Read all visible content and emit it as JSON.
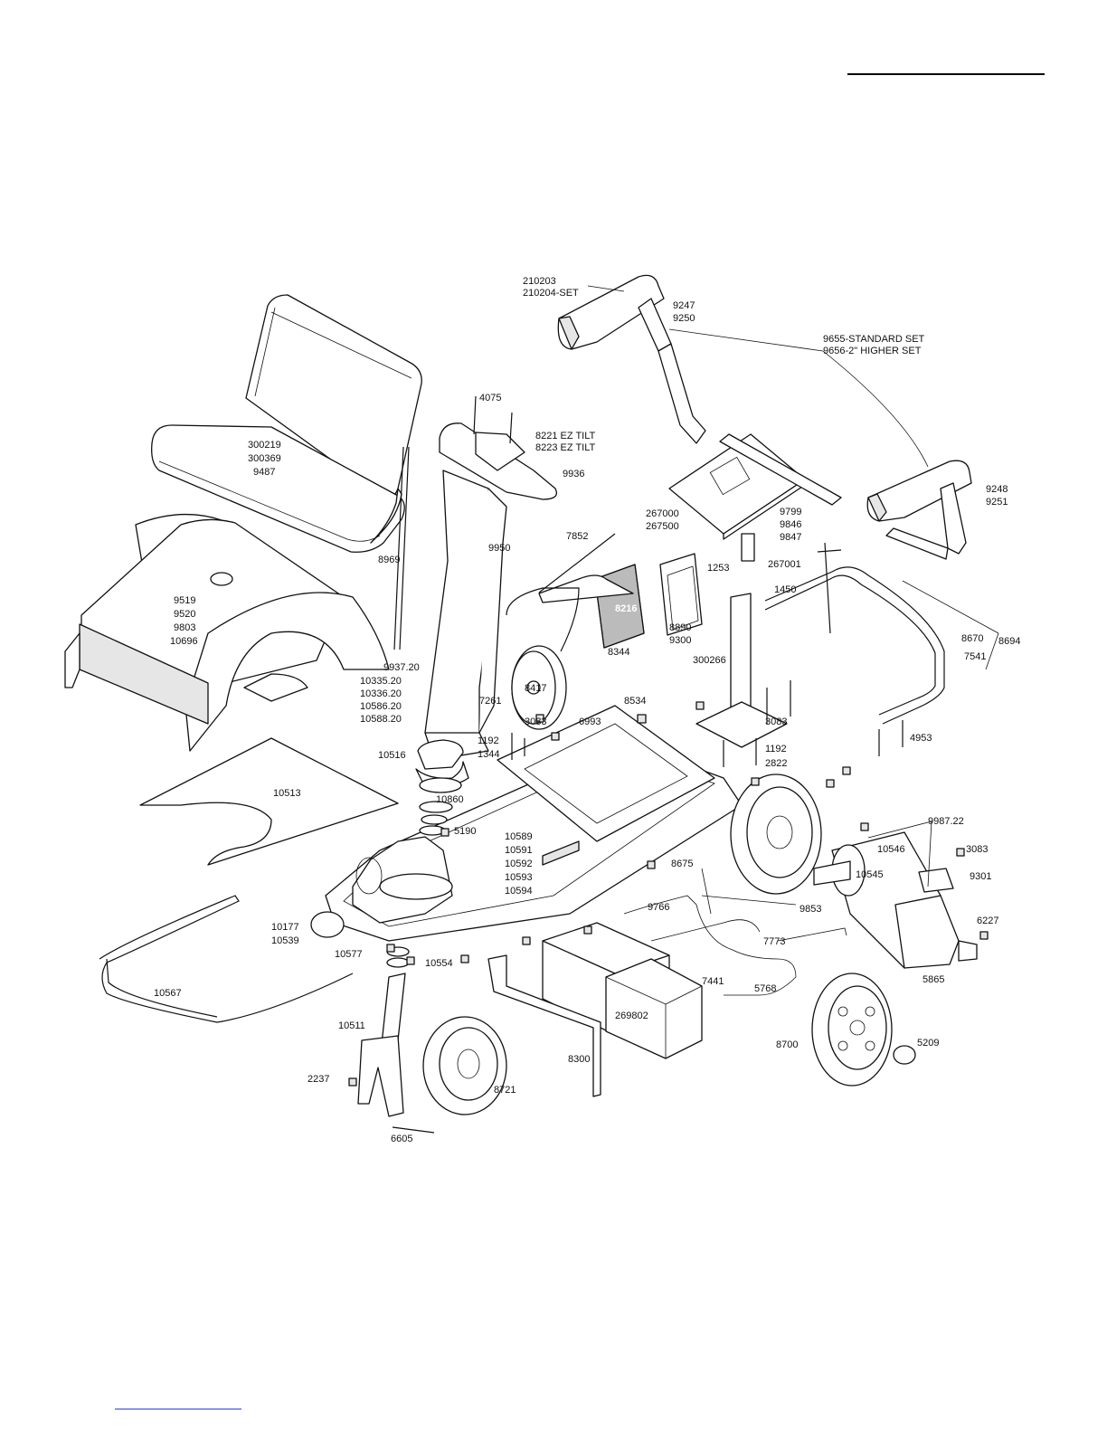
{
  "page": {
    "border_color": "#111111",
    "link_rule_color": "#2a3fd0"
  },
  "labels": {
    "armrest_left_a": "210203",
    "armrest_left_b": "210204-SET",
    "arm_left_a": "9247",
    "arm_left_b": "9250",
    "armset_standard": "9655-STANDARD SET",
    "armset_higher": "9656-2\" HIGHER SET",
    "armrest_right_a": "9248",
    "armrest_right_b": "9251",
    "seat_a": "300219",
    "seat_b": "300369",
    "seat_c": "9487",
    "screw_4075": "4075",
    "ez_tilt_a": "8221 EZ TILT",
    "ez_tilt_b": "8223 EZ TILT",
    "tiller_handle": "9936",
    "seat_plate_a": "9799",
    "seat_plate_b": "9846",
    "seat_plate_c": "9847",
    "lever_a": "267000",
    "lever_b": "267500",
    "lever_c": "267001",
    "bolt_1253": "1253",
    "bolt_1450": "1450",
    "shroud_a": "9519",
    "shroud_b": "9520",
    "shroud_c": "9803",
    "shroud_d": "10696",
    "rod_8969": "8969",
    "tiller_9950": "9950",
    "cable_7852": "7852",
    "charger_8216": "8216",
    "box_8344": "8344",
    "module_a": "8890",
    "module_b": "9300",
    "post_300266": "300266",
    "rear_frame": "8694",
    "pin_8670": "8670",
    "pin_7541": "7541",
    "tiller_base_a": "9937.20",
    "tiller_base_b": "10335.20",
    "tiller_base_c": "10336.20",
    "tiller_base_d": "10586.20",
    "tiller_base_e": "10588.20",
    "motor_8417": "8417",
    "clip_7261": "7261",
    "bracket_6993": "6993",
    "nut_8534": "8534",
    "nut_3083_a": "3083",
    "nut_3083_b": "3083",
    "bolt_1192_a": "1192",
    "bolt_1344": "1344",
    "bolt_1192_b": "1192",
    "bolt_2822": "2822",
    "bolt_4953": "4953",
    "boot_10516": "10516",
    "floor_mat": "10513",
    "bearing_10860": "10860",
    "washer_5190": "5190",
    "frame_a": "10589",
    "frame_b": "10591",
    "frame_c": "10592",
    "frame_d": "10593",
    "frame_e": "10594",
    "harness_8675": "8675",
    "motor_clip": "9987.22",
    "motor_10546": "10546",
    "motor_10545": "10545",
    "nut_3083_c": "3083",
    "clamp_9301": "9301",
    "harness_9766": "9766",
    "harness_9853": "9853",
    "nut_6227": "6227",
    "harness_7773": "7773",
    "clip_7441": "7441",
    "harness_5768": "5768",
    "bolt_5865": "5865",
    "ring_a": "10177",
    "ring_b": "10539",
    "nut_10577": "10577",
    "nut_10554": "10554",
    "trim_10567": "10567",
    "fork_10511": "10511",
    "battery_269802": "269802",
    "strap_8300": "8300",
    "wheel_8700": "8700",
    "cap_5209": "5209",
    "nut_2237": "2237",
    "wheel_8721": "8721",
    "axle_6605": "6605"
  }
}
